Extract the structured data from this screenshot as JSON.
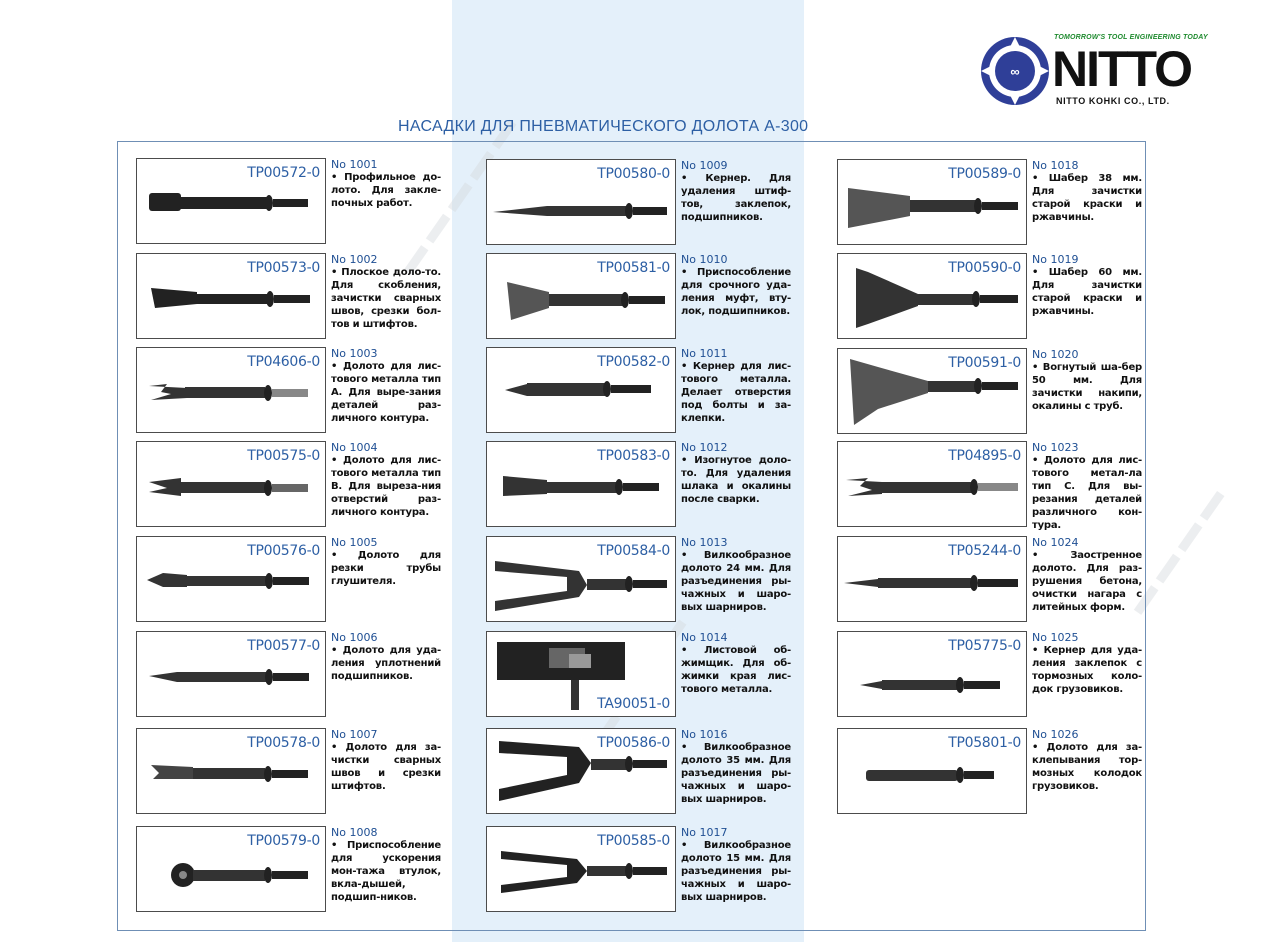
{
  "logo": {
    "tagline": "TOMORROW'S TOOL ENGINEERING TODAY",
    "brand": "NITTO",
    "company": "NITTO KOHKI CO., LTD."
  },
  "page": {
    "title": "НАСАДКИ ДЛЯ ПНЕВМАТИЧЕСКОГО ДОЛОТА А-300"
  },
  "items": [
    {
      "code": "TP00572-0",
      "num": "No 1001",
      "desc": "• Профильное до-лото. Для закле-почных работ."
    },
    {
      "code": "TP00573-0",
      "num": "No 1002",
      "desc": "• Плоское доло-то. Для скобления, зачистки сварных швов, срезки бол-тов и штифтов."
    },
    {
      "code": "TP04606-0",
      "num": "No 1003",
      "desc": "• Долото для лис-тового металла тип А. Для выре-зания деталей раз-личного контура."
    },
    {
      "code": "TP00575-0",
      "num": "No 1004",
      "desc": "• Долото для лис-тового металла тип В. Для выреза-ния отверстий раз-личного контура."
    },
    {
      "code": "TP00576-0",
      "num": "No 1005",
      "desc": "• Долото для резки трубы глушителя."
    },
    {
      "code": "TP00577-0",
      "num": "No 1006",
      "desc": "• Долото для уда-ления уплотнений подшипников."
    },
    {
      "code": "TP00578-0",
      "num": "No 1007",
      "desc": "• Долото для за-чистки сварных швов и срезки штифтов."
    },
    {
      "code": "TP00579-0",
      "num": "No 1008",
      "desc": "• Приспособление для ускорения мон-тажа втулок, вкла-дышей, подшип-ников."
    },
    {
      "code": "TP00580-0",
      "num": "No 1009",
      "desc": "• Кернер. Для удаления штиф-тов, заклепок, подшипников."
    },
    {
      "code": "TP00581-0",
      "num": "No 1010",
      "desc": "• Приспособление для срочного уда-ления муфт, вту-лок, подшипников."
    },
    {
      "code": "TP00582-0",
      "num": "No 1011",
      "desc": "• Кернер для лис-тового металла. Делает отверстия под болты и за-клепки."
    },
    {
      "code": "TP00583-0",
      "num": "No 1012",
      "desc": "• Изогнутое доло-то. Для удаления шлака и окалины после сварки."
    },
    {
      "code": "TP00584-0",
      "num": "No 1013",
      "desc": "• Вилкообразное долото 24 мм. Для разъединения ры-чажных и шаро-вых шарниров."
    },
    {
      "code": "TA90051-0",
      "num": "No 1014",
      "desc": "• Листовой об-жимщик. Для об-жимки края лис-тового металла."
    },
    {
      "code": "TP00586-0",
      "num": "No 1016",
      "desc": "• Вилкообразное долото 35 мм. Для разъединения ры-чажных и шаро-вых шарниров."
    },
    {
      "code": "TP00585-0",
      "num": "No 1017",
      "desc": "• Вилкообразное долото 15 мм. Для разъединения ры-чажных и шаро-вых шарниров."
    },
    {
      "code": "TP00589-0",
      "num": "No 1018",
      "desc": "• Шабер 38 мм. Для зачистки старой краски и ржавчины."
    },
    {
      "code": "TP00590-0",
      "num": "No 1019",
      "desc": "• Шабер 60 мм. Для зачистки старой краски и ржавчины."
    },
    {
      "code": "TP00591-0",
      "num": "No 1020",
      "desc": "• Вогнутый ша-бер 50 мм. Для зачистки накипи, окалины с труб."
    },
    {
      "code": "TP04895-0",
      "num": "No 1023",
      "desc": "• Долото для лис-тового метал-ла тип С. Для вы-резания деталей различного кон-тура."
    },
    {
      "code": "TP05244-0",
      "num": "No 1024",
      "desc": "• Заостренное долото. Для раз-рушения бетона, очистки нагара с литейных форм."
    },
    {
      "code": "TP05775-0",
      "num": "No 1025",
      "desc": "• Кернер для уда-ления заклепок с тормозных коло-док грузовиков."
    },
    {
      "code": "TP05801-0",
      "num": "No 1026",
      "desc": "• Долото для за-клепывания тор-мозных колодок грузовиков."
    }
  ]
}
